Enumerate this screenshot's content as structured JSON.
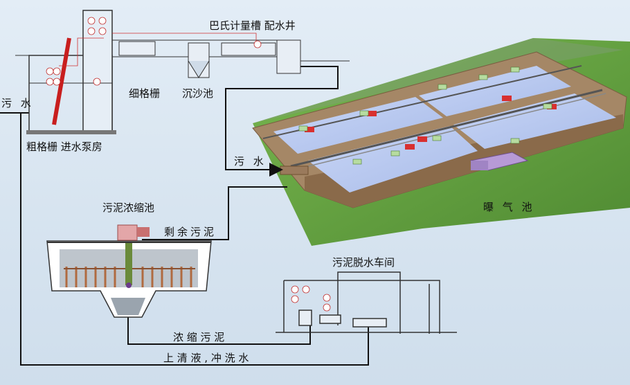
{
  "labels": {
    "sewage_left": "污 水",
    "sewage_right": "污 水",
    "coarse_screen_pump": "粗格栅  进水泵房",
    "fine_screen": "细格栅",
    "grit_tank": "沉沙池",
    "parshall_distribution": "巴氏计量槽  配水井",
    "aeration_tank": "曝 气 池",
    "thickener": "污泥浓缩池",
    "excess_sludge": "剩余污泥",
    "dewatering_room": "污泥脱水车间",
    "thickened_sludge": "浓 缩 污 泥",
    "supernatant_flush": "上 清 液 , 冲 洗 水"
  },
  "colors": {
    "background": "#dae6f1",
    "grass": "#5f9a3c",
    "water": "#b9c9f2",
    "walls": "#9a7a5c",
    "pipes": "#111111",
    "instrument_red": "#d03030",
    "motor_pink": "#e3a6a8"
  }
}
